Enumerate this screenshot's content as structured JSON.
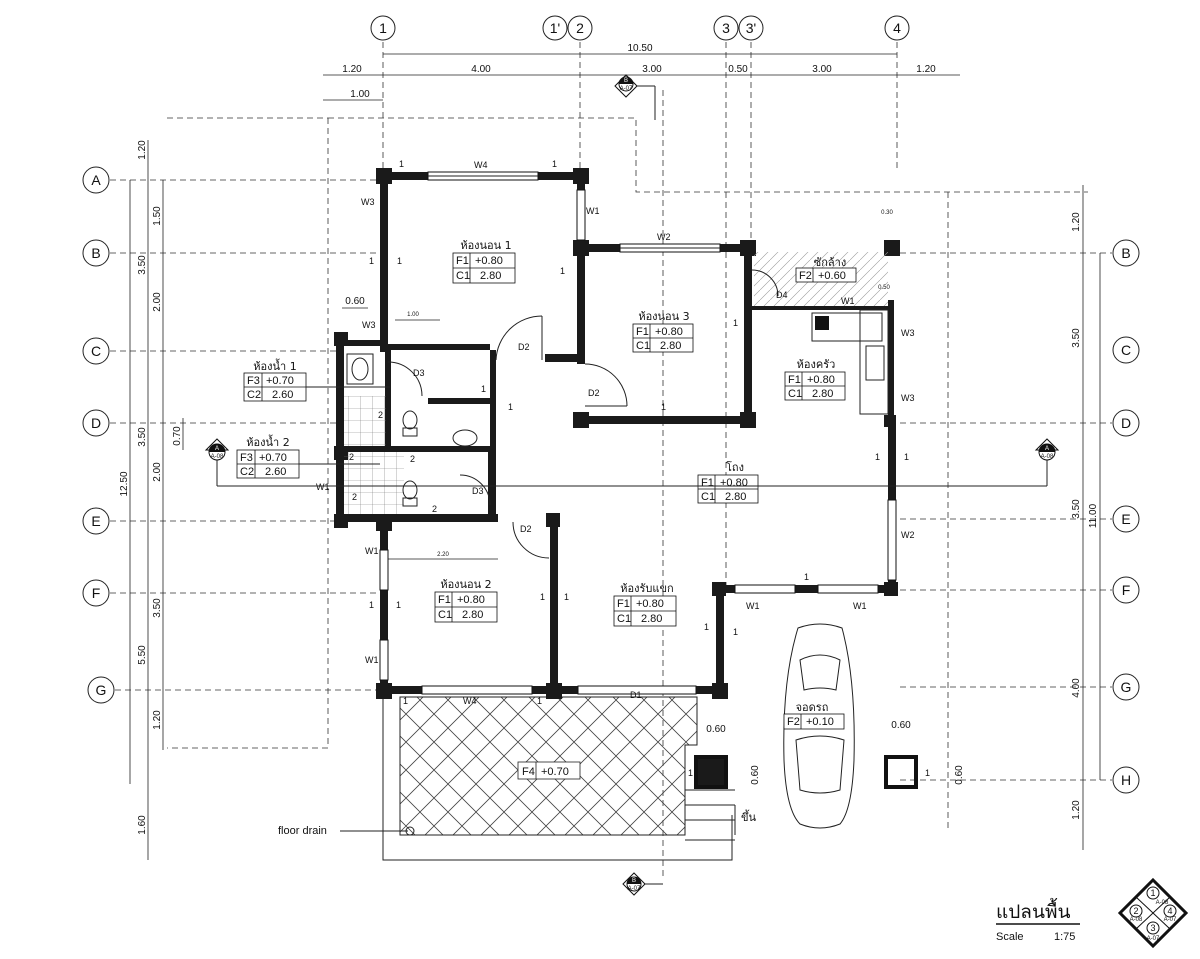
{
  "grid_columns": [
    "1",
    "1'",
    "2",
    "3",
    "3'",
    "4"
  ],
  "grid_rows": [
    "A",
    "B",
    "C",
    "D",
    "E",
    "F",
    "G",
    "H"
  ],
  "dimensions": {
    "top_total": "10.50",
    "top_segments": [
      "1.20",
      "4.00",
      "3.00",
      "0.50",
      "3.00",
      "1.20"
    ],
    "top_offset": "1.00",
    "left_outer": [
      "1.20",
      "3.50",
      "3.50",
      "5.50",
      "1.60"
    ],
    "left_outer_total": "12.50",
    "left_inner": [
      "1.50",
      "2.00",
      "2.00",
      "3.50",
      "1.20"
    ],
    "left_small": "0.70",
    "right_outer": [
      "1.20",
      "3.50",
      "3.50",
      "4.00",
      "1.20"
    ],
    "right_total": "11.00",
    "misc": [
      "0.60",
      "1.00",
      "2.20",
      "0.60",
      "0.60",
      "0.60",
      "0.60",
      "0.30",
      "0.50"
    ]
  },
  "rooms": [
    {
      "name": "ห้องนอน 1",
      "floor_code": "F1",
      "floor_level": "+0.80",
      "ceiling_code": "C1",
      "ceiling_height": "2.80"
    },
    {
      "name": "ห้องนอน 3",
      "floor_code": "F1",
      "floor_level": "+0.80",
      "ceiling_code": "C1",
      "ceiling_height": "2.80"
    },
    {
      "name": "ซักล้าง",
      "floor_code": "F2",
      "floor_level": "+0.60"
    },
    {
      "name": "ห้องครัว",
      "floor_code": "F1",
      "floor_level": "+0.80",
      "ceiling_code": "C1",
      "ceiling_height": "2.80"
    },
    {
      "name": "ห้องน้ำ 1",
      "floor_code": "F3",
      "floor_level": "+0.70",
      "ceiling_code": "C2",
      "ceiling_height": "2.60"
    },
    {
      "name": "ห้องน้ำ 2",
      "floor_code": "F3",
      "floor_level": "+0.70",
      "ceiling_code": "C2",
      "ceiling_height": "2.60"
    },
    {
      "name": "โถง",
      "floor_code": "F1",
      "floor_level": "+0.80",
      "ceiling_code": "C1",
      "ceiling_height": "2.80"
    },
    {
      "name": "ห้องนอน 2",
      "floor_code": "F1",
      "floor_level": "+0.80",
      "ceiling_code": "C1",
      "ceiling_height": "2.80"
    },
    {
      "name": "ห้องรับแขก",
      "floor_code": "F1",
      "floor_level": "+0.80",
      "ceiling_code": "C1",
      "ceiling_height": "2.80"
    },
    {
      "name": "จอดรถ",
      "floor_code": "F2",
      "floor_level": "+0.10"
    }
  ],
  "terrace": {
    "floor_code": "F4",
    "floor_level": "+0.70"
  },
  "openings": {
    "windows": [
      "W4",
      "W1",
      "W2",
      "W3",
      "W3",
      "W3",
      "W3",
      "W1",
      "W1",
      "W1",
      "W2",
      "W1",
      "W1",
      "W1",
      "W4"
    ],
    "doors": [
      "D2",
      "D2",
      "D4",
      "D3",
      "D3",
      "D1",
      "D2"
    ]
  },
  "section_markers": [
    {
      "letter": "B",
      "ref": "A-07"
    },
    {
      "letter": "B",
      "ref": "A-07"
    },
    {
      "letter": "A",
      "ref": "A-08"
    },
    {
      "letter": "A",
      "ref": "A-08"
    }
  ],
  "wall_tags": [
    "1",
    "2"
  ],
  "annotations": {
    "floor_drain": "floor drain",
    "up": "ขึ้น"
  },
  "title_block": {
    "title": "แปลนพื้น",
    "scale_label": "Scale",
    "scale_value": "1:75",
    "key_numbers": [
      "1",
      "2",
      "3",
      "4"
    ],
    "key_refs": [
      "A-08",
      "A-08",
      "A-07",
      "A-07"
    ]
  }
}
